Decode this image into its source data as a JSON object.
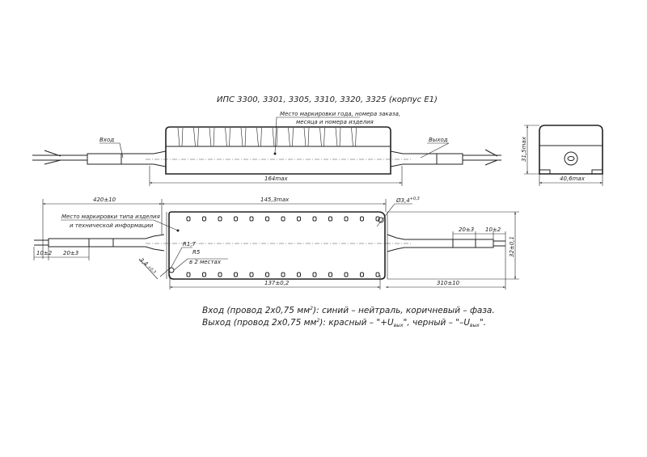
{
  "title": "ИПС 3300, 3301, 3305, 3310, 3320, 3325 (корпус Е1)",
  "top_view": {
    "marking_note_line1": "Место маркировки года, номера заказа,",
    "marking_note_line2": "месяца и номера изделия",
    "input_label": "Вход",
    "output_label": "Выход",
    "length_dim": "164max"
  },
  "end_view": {
    "height_dim": "31,5max",
    "width_dim": "40,6max"
  },
  "bottom_view": {
    "cable_left_dim": "420±10",
    "body_length_dim": "145,3max",
    "hole_dim": "Ø3,4",
    "hole_tol": "+0,3",
    "marking_note_line1": "Место маркировки типа изделия",
    "marking_note_line2": "и технической информации",
    "strip_left_1": "10±2",
    "strip_left_2": "20±3",
    "radius_1": "R1,7",
    "radius_2": "R5",
    "radius_note": "в 2 местах",
    "slot_dim": "3,4",
    "slot_tol": "+0,3",
    "mount_dim": "137±0,2",
    "strip_right_1": "20±3",
    "strip_right_2": "10±2",
    "width_dim": "32±0,1",
    "cable_right_dim": "310±10"
  },
  "notes": {
    "line1_a": "Вход (провод 2x0,75 мм",
    "line1_sup": "2",
    "line1_b": "): синий – нейтраль, коричневый – фаза.",
    "line2_a": "Выход (провод 2x0,75 мм",
    "line2_sup": "2",
    "line2_b": "): красный – \"+U",
    "line2_sub1": "вых",
    "line2_c": "\", черный – \"–U",
    "line2_sub2": "вых",
    "line2_d": "\"."
  }
}
